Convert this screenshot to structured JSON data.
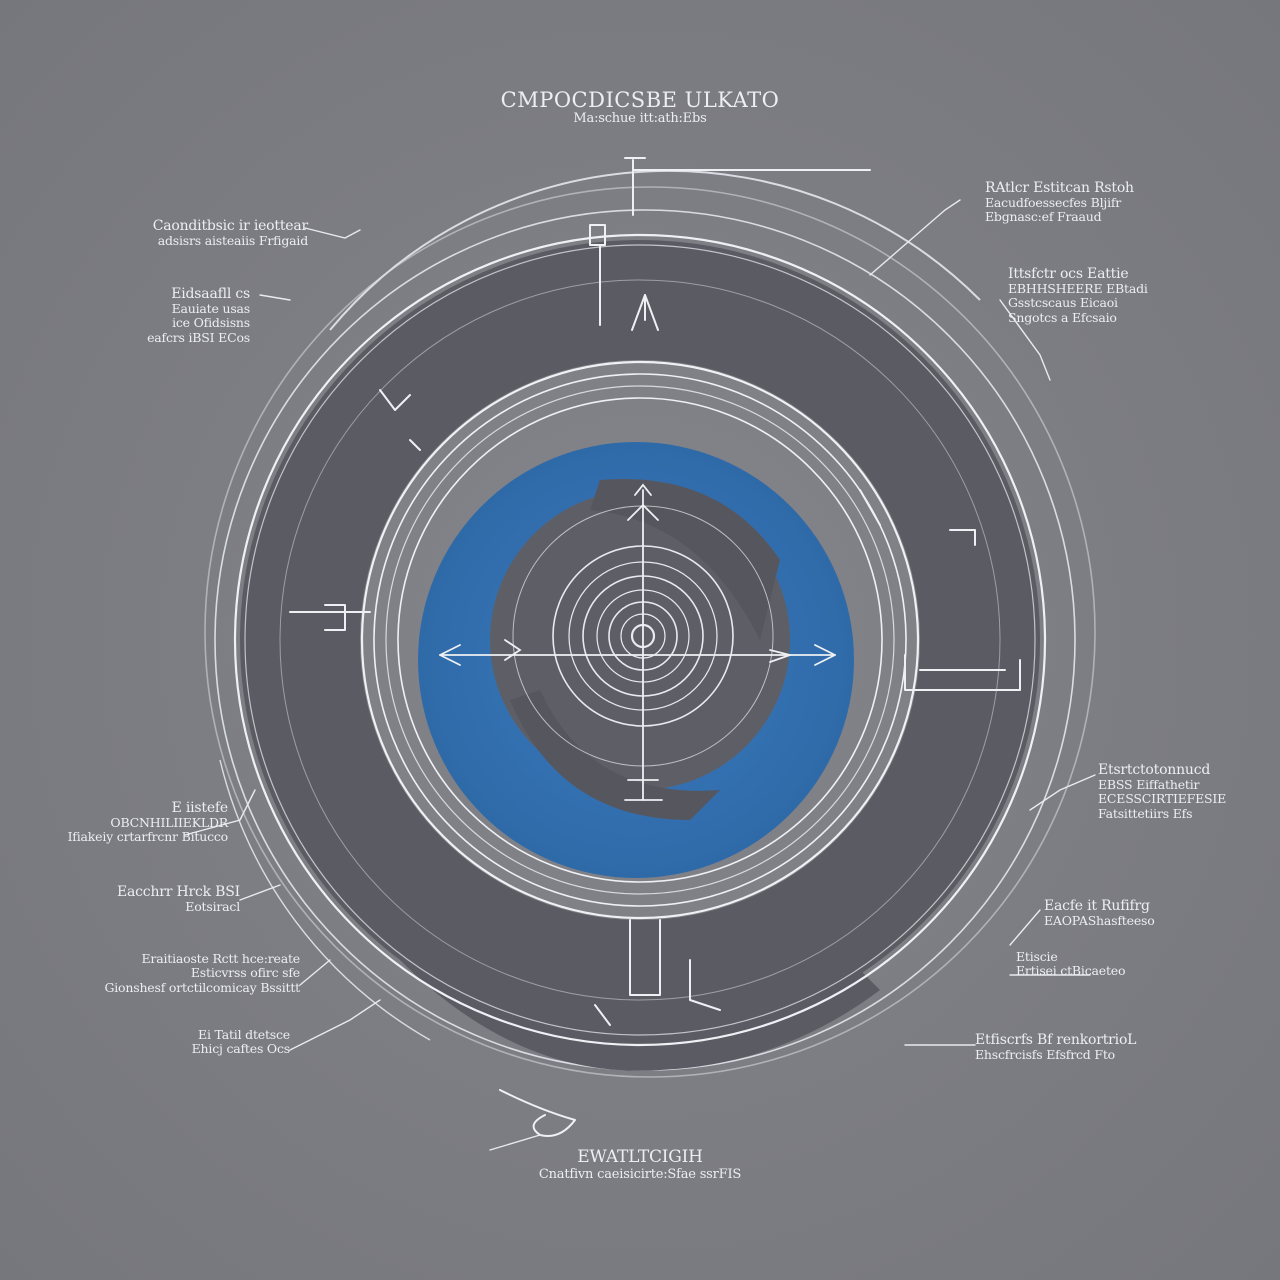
{
  "title": "CMPOCDICSBE ULKATO",
  "subtitle": "Ma:schue itt:ath:Ebs",
  "footer": {
    "line1": "EWATLTCIGIH",
    "line2": "Cnatfivn caeisicirte:Sfae ssrFIS"
  },
  "callouts": {
    "left_1": {
      "line1": "Caonditbsic ir ieottear",
      "line2": "adsisrs aisteaiis Frfigaid"
    },
    "left_2": {
      "line1": "Eidsaafll cs",
      "line2": "Eauiate usas",
      "line3": "ice Ofidsisns",
      "line4": "eafcrs iBSI ECos"
    },
    "left_3": {
      "line1": "E iistefe",
      "line2": "OBCNHILIIEKLDR",
      "line3": "Ifiakeiy crtarfrcnr Bitucco"
    },
    "left_4": {
      "line1": "Eacchrr Hrck BSI",
      "line2": "Eotsiracl"
    },
    "left_5": {
      "line1": "Eraitiaoste Rctt hce:reate",
      "line2": "Esticvrss ofirc sfe",
      "line3": "Gionshesf ortctilcomicay Bssittt"
    },
    "left_6": {
      "line1": "Ei Tatil dtetsce",
      "line2": "Ehicj caftes Ocs"
    },
    "right_1": {
      "line1": "RAtlcr Estitcan Rstoh",
      "line2": "Eacudfoessecfes Bljifr",
      "line3": "Ebgnasc:ef Fraaud"
    },
    "right_2": {
      "line1": "Ittsfctr ocs Eattie",
      "line2": "EBHHSHEERE EBtadi",
      "line3": "Gsstcscaus Eicaoi",
      "line4": "Sngotcs a Efcsaio"
    },
    "right_3": {
      "line1": "Etsrtctotonnucd",
      "line2": "EBSS Eiffathetir",
      "line3": "ECESSCIRTIEFESIE",
      "line4": "Fatsittetiirs Efs"
    },
    "right_4": {
      "line1": "Eacfe it Rufifrg",
      "line2": "EAOPAShasfteeso"
    },
    "right_5": {
      "line1": "Etiscie",
      "line2": "Ertisei ctBicaeteo"
    },
    "right_6": {
      "line1": "Etfiscrfs Bf renkortrioL",
      "line2": "Ehscfrcisfs Efsfrcd Fto"
    }
  },
  "colors": {
    "background": "#7b7c82",
    "outer_ring": "#5b5c63",
    "inner_disc": "#5e5f66",
    "blue_ring": "#3572b0",
    "line_white": "#eef0f4"
  }
}
